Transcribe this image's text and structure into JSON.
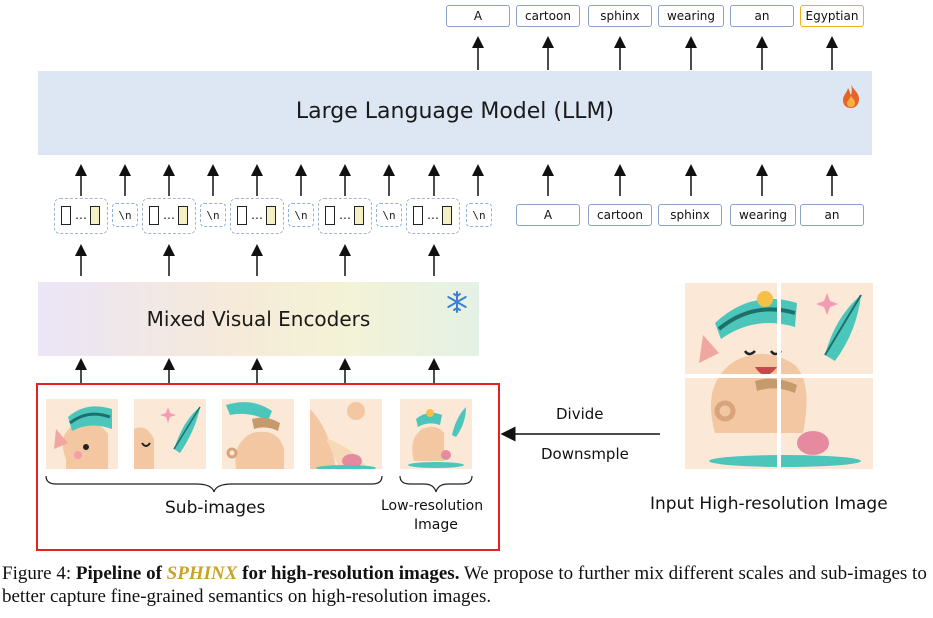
{
  "output_tokens": [
    "A",
    "cartoon",
    "sphinx",
    "wearing",
    "an",
    "Egyptian"
  ],
  "input_tokens": [
    "A",
    "cartoon",
    "sphinx",
    "wearing",
    "an"
  ],
  "llm_label": "Large Language Model (LLM)",
  "encoder_label": "Mixed Visual Encoders",
  "visual_token_ellipsis": "…",
  "newline_token": "\\n",
  "icons": {
    "llm_status": "fire-icon",
    "encoder_status": "snowflake-icon"
  },
  "labels": {
    "divide": "Divide",
    "downsample": "Downsmple",
    "sub_images": "Sub-images",
    "low_res_line1": "Low-resolution",
    "low_res_line2": "Image",
    "input_image": "Input High-resolution Image"
  },
  "caption": {
    "prefix": "Figure 4: ",
    "bold_start": "Pipeline of ",
    "name": "SPHINX",
    "bold_end": " for high-resolution images.",
    "rest": " We propose to further mix different scales and sub-images to better capture fine-grained semantics on high-resolution images."
  },
  "colors": {
    "highlight": "#f2b21b",
    "red_box": "#e52222",
    "llm_bg": "#dde7f4",
    "sphinx_gold": "#c9a227"
  }
}
